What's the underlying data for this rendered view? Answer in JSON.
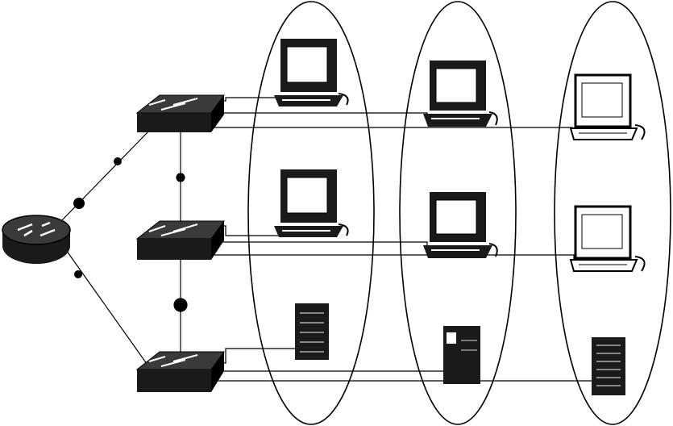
{
  "diagram": {
    "router": {
      "icon": "router-icon"
    },
    "switches": [
      {
        "icon": "switch-icon"
      },
      {
        "icon": "switch-icon"
      },
      {
        "icon": "switch-icon"
      }
    ],
    "groups": [
      {
        "icon": "group-ellipse"
      },
      {
        "icon": "group-ellipse"
      },
      {
        "icon": "group-ellipse"
      }
    ],
    "devices": [
      {
        "row": 0,
        "group": 0,
        "icon": "workstation-icon"
      },
      {
        "row": 0,
        "group": 1,
        "icon": "workstation-icon"
      },
      {
        "row": 0,
        "group": 2,
        "icon": "workstation-icon"
      },
      {
        "row": 1,
        "group": 0,
        "icon": "workstation-icon"
      },
      {
        "row": 1,
        "group": 1,
        "icon": "workstation-icon"
      },
      {
        "row": 1,
        "group": 2,
        "icon": "workstation-icon"
      },
      {
        "row": 2,
        "group": 0,
        "icon": "server-icon"
      },
      {
        "row": 2,
        "group": 1,
        "icon": "server-icon"
      },
      {
        "row": 2,
        "group": 2,
        "icon": "server-icon"
      }
    ],
    "colors": {
      "ink": "#000000",
      "fill": "#1a1a1a",
      "paper": "#ffffff"
    }
  }
}
